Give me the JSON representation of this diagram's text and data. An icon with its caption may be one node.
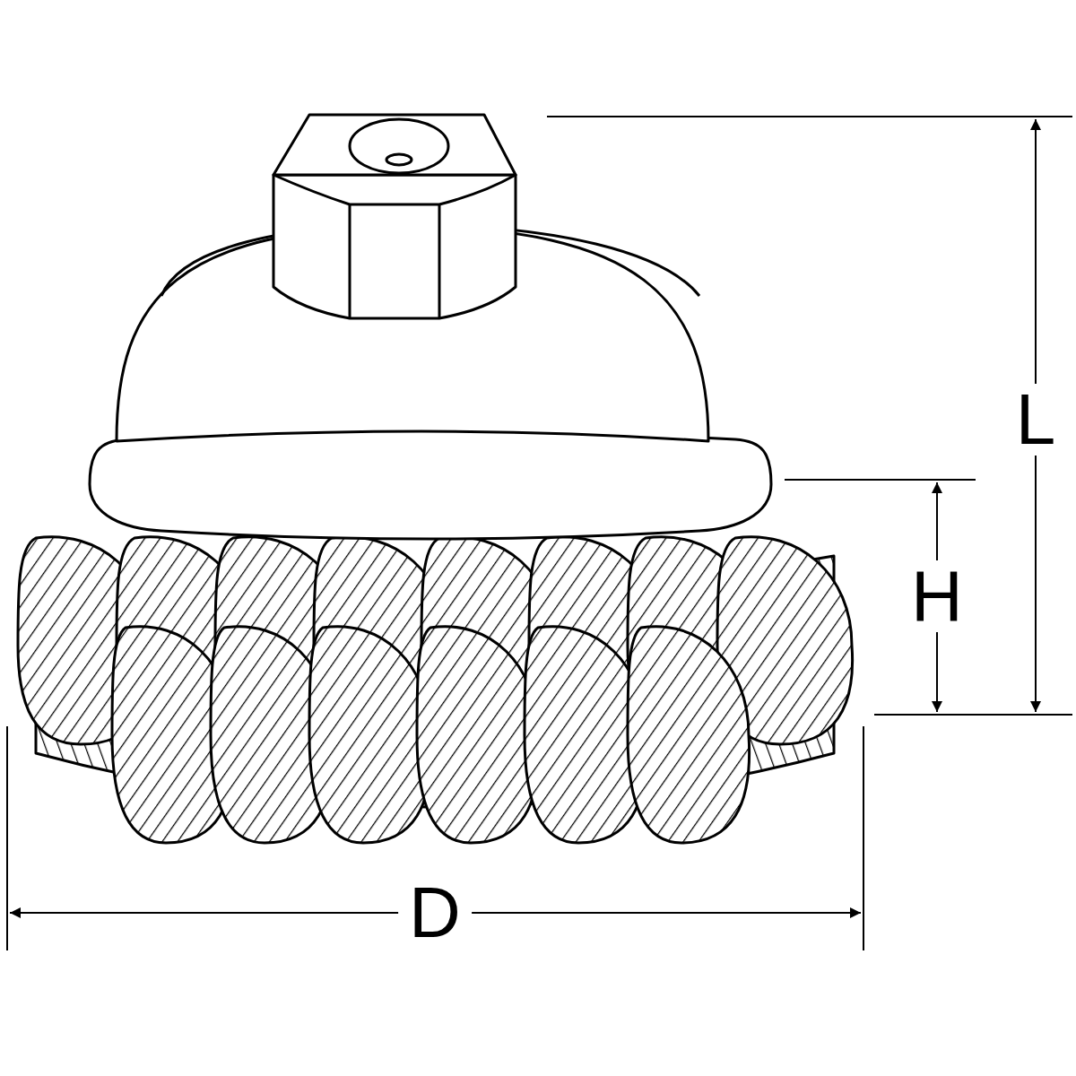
{
  "diagram": {
    "labels": [
      "L",
      "H",
      "D"
    ]
  }
}
